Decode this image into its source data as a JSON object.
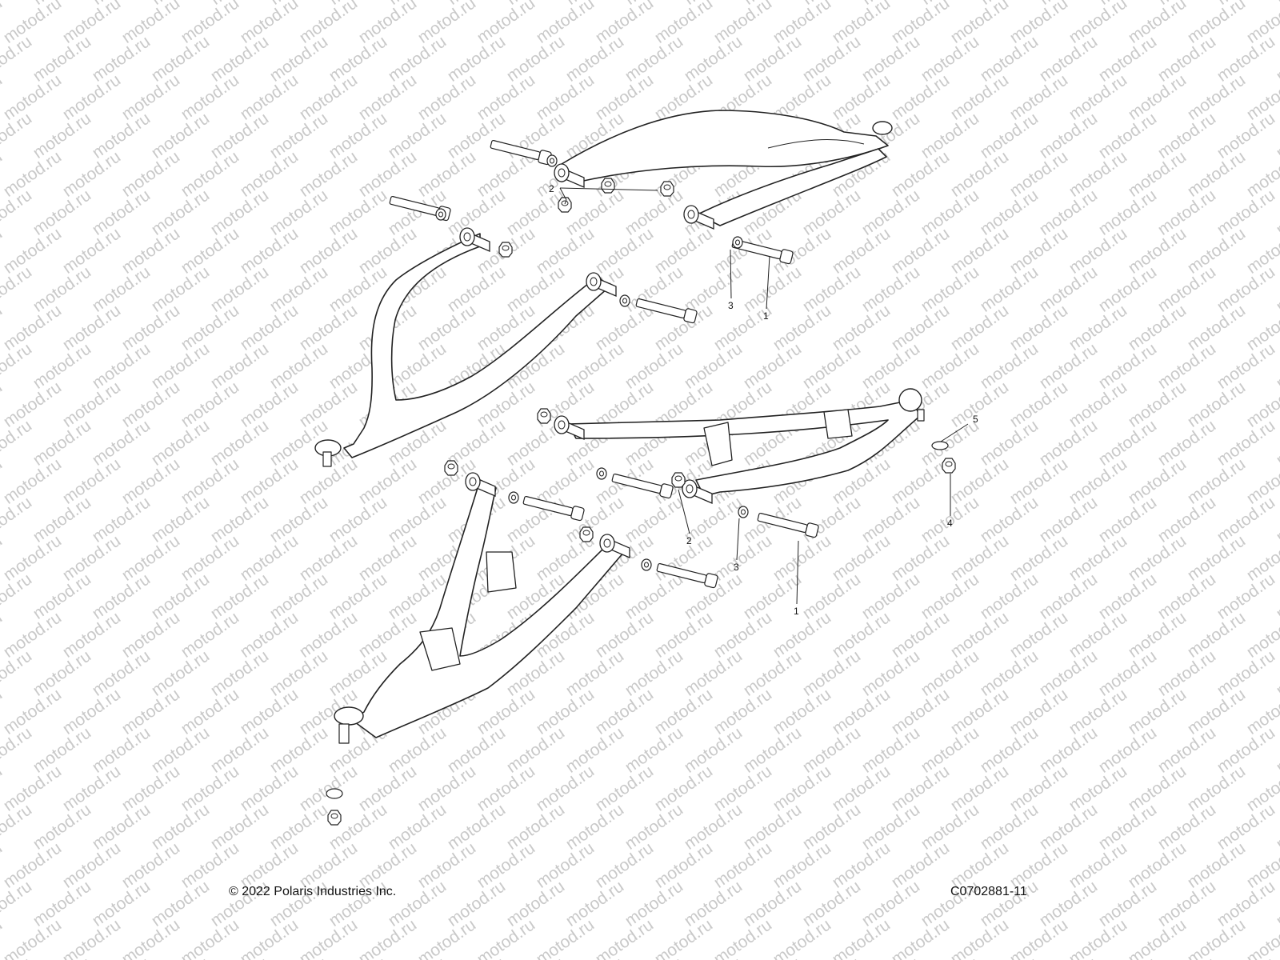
{
  "watermark": {
    "text": "motod.ru",
    "color": "#c9c9c9"
  },
  "diagram": {
    "callouts": {
      "c1": "1",
      "c2": "2",
      "c3": "3",
      "c4": "4",
      "c5": "5"
    },
    "parts": [
      "upper-a-arm-rear",
      "upper-a-arm-front",
      "lower-a-arm-rear",
      "lower-a-arm-front",
      "pivot-bolt",
      "washer",
      "lock-nut",
      "ball-joint"
    ]
  },
  "footer": {
    "copyright": "© 2022 Polaris Industries Inc.",
    "figure_code": "C0702881-11"
  }
}
